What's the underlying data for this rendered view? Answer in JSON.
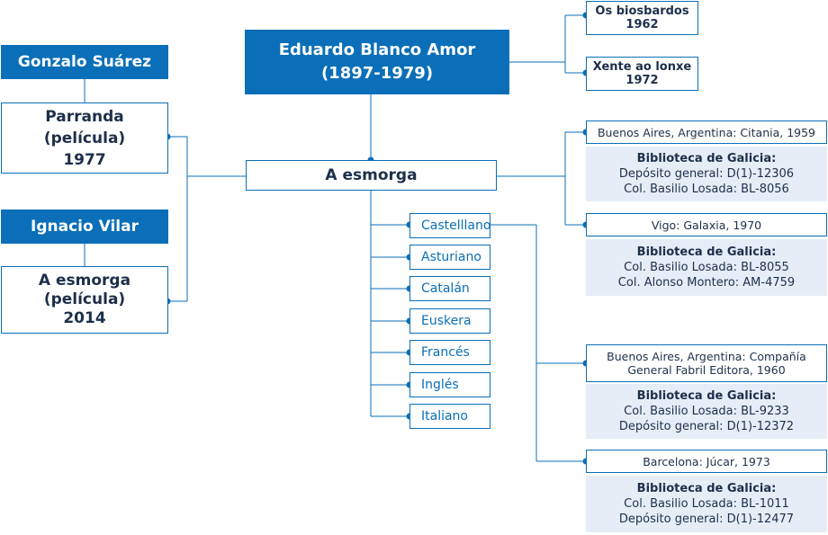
{
  "author": {
    "name": "Eduardo Blanco Amor",
    "dates": "(1897-1979)"
  },
  "other_works": [
    {
      "title": "Os biosbardos",
      "year": "1962"
    },
    {
      "title": "Xente ao lonxe",
      "year": "1972"
    }
  ],
  "work": {
    "title": "A esmorga"
  },
  "films": [
    {
      "director": "Gonzalo Suárez",
      "title_line1": "Parranda",
      "title_line2": "(película)",
      "year": "1977"
    },
    {
      "director": "Ignacio Vilar",
      "title_line1": "A esmorga",
      "title_line2": "(película)",
      "year": "2014"
    }
  ],
  "translations": [
    "Castelllano",
    "Asturiano",
    "Catalán",
    "Euskera",
    "Francés",
    "Inglés",
    "Italiano"
  ],
  "editions": [
    {
      "heading": "Buenos Aires, Argentina: Citania, 1959",
      "library": "Biblioteca de Galicia:",
      "holdings": [
        "Depósito general: D(1)-12306",
        "Col. Basilio Losada: BL-8056"
      ]
    },
    {
      "heading": "Vigo: Galaxia, 1970",
      "library": "Biblioteca de Galicia:",
      "holdings": [
        "Col. Basilio Losada: BL-8055",
        "Col. Alonso Montero: AM-4759"
      ]
    },
    {
      "heading_line1": "Buenos Aires, Argentina: Compañía",
      "heading_line2": "General Fabril Editora, 1960",
      "library": "Biblioteca de Galicia:",
      "holdings": [
        "Col. Basilio Losada: BL-9233",
        "Depósito general: D(1)-12372"
      ]
    },
    {
      "heading": "Barcelona: Júcar, 1973",
      "library": "Biblioteca de Galicia:",
      "holdings": [
        "Col. Basilio Losada: BL-1011",
        "Depósito general: D(1)-12477"
      ]
    }
  ],
  "colors": {
    "primary": "#0a6fb8",
    "library_bg": "#e6edf7",
    "text": "#1d2f4a"
  }
}
